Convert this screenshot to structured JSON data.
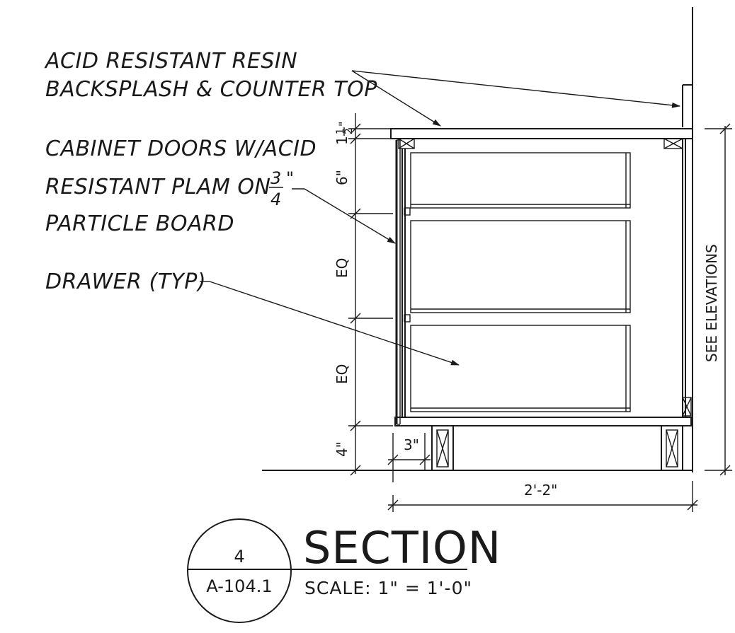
{
  "notes": {
    "countertop_line1": "ACID RESISTANT RESIN",
    "countertop_line2": "BACKSPLASH & COUNTER TOP",
    "doors_line1": "CABINET DOORS W/ACID",
    "doors_line2_prefix": "RESISTANT PLAM ON",
    "doors_fraction_num": "3",
    "doors_fraction_den": "4",
    "doors_fraction_unit": "\"",
    "doors_line3": "PARTICLE BOARD",
    "drawer": "DRAWER (TYP)"
  },
  "dimensions": {
    "top_thickness_whole": "1",
    "top_thickness_num": "1",
    "top_thickness_den": "2",
    "top_thickness_unit": "\"",
    "top_drawer": "6\"",
    "middle_drawer": "EQ",
    "bottom_drawer": "EQ",
    "toe_kick_height": "4\"",
    "toe_kick_depth": "3\"",
    "cabinet_depth": "2'-2\"",
    "height_note": "SEE ELEVATIONS"
  },
  "title_block": {
    "detail_number": "4",
    "sheet_number": "A-104.1",
    "title": "SECTION",
    "scale": "SCALE: 1\" = 1'-0\""
  }
}
